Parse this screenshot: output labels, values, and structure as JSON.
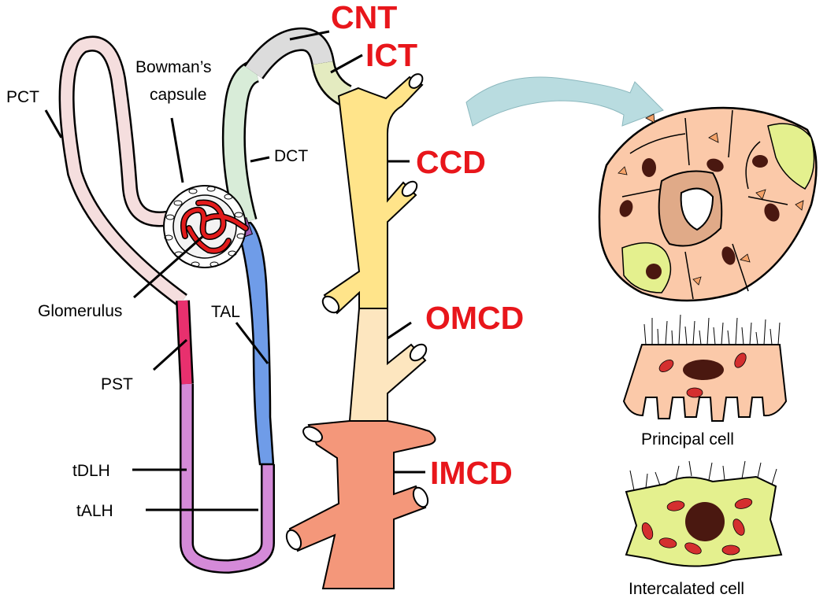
{
  "labels": {
    "pct": "PCT",
    "bowmans_line1": "Bowman’s",
    "bowmans_line2": "capsule",
    "glomerulus": "Glomerulus",
    "pst": "PST",
    "tdlh": "tDLH",
    "talh": "tALH",
    "tal": "TAL",
    "dct": "DCT"
  },
  "segments": {
    "cnt": "CNT",
    "ict": "ICT",
    "ccd": "CCD",
    "omcd": "OMCD",
    "imcd": "IMCD"
  },
  "cells": {
    "principal": "Principal cell",
    "intercalated": "Intercalated cell"
  },
  "colors": {
    "pct": "#f5dede",
    "pst": "#e8306e",
    "thin_limb": "#d48ad8",
    "tal": "#6f9ce8",
    "dct": "#d8ecd8",
    "cnt": "#dcdcdc",
    "ict": "#e4ebc0",
    "ccd": "#ffe48a",
    "omcd": "#fde6bf",
    "imcd": "#f4977a",
    "glomerulus": "#e21b1b",
    "principal_cell": "#fbc9a9",
    "intercalated_cell": "#e4f08e",
    "arrow": "#b9dce0",
    "label_red": "#e8161b"
  }
}
